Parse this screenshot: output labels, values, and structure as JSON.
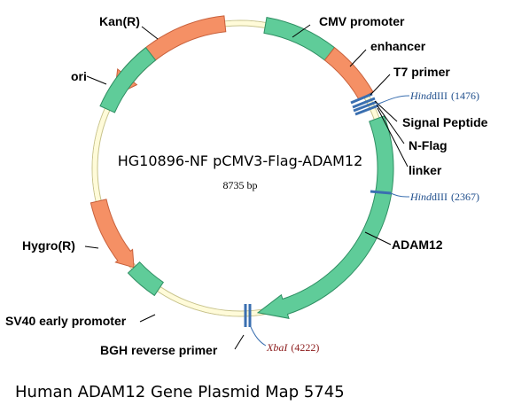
{
  "plasmid": {
    "name": "HG10896-NF pCMV3-Flag-ADAM12",
    "length": "8735 bp"
  },
  "caption": "Human ADAM12 Gene Plasmid Map 5745",
  "colors": {
    "backbone_fill": "#fffbd9",
    "backbone_stroke": "#c8c38a",
    "green_fill": "#5fcc99",
    "green_stroke": "#2f8f63",
    "orange_fill": "#f59065",
    "orange_stroke": "#c8613c",
    "site_blue": "#3a6fb0",
    "hind_text": "#1f4e8c",
    "xba_text": "#8b1a1a"
  },
  "labels": {
    "kan": "Kan(R)",
    "cmv": "CMV promoter",
    "enhancer": "enhancer",
    "t7": "T7 primer",
    "signal": "Signal Peptide",
    "nflag": "N-Flag",
    "linker": "linker",
    "ori": "ori",
    "adam12": "ADAM12",
    "hygro": "Hygro(R)",
    "sv40": "SV40 early promoter",
    "bgh": "BGH reverse primer"
  },
  "sites": {
    "hind1": {
      "enzyme": "Hind",
      "suffix": "dIII",
      "pos": "(1476)"
    },
    "hind2": {
      "enzyme": "Hind",
      "suffix": "dIII",
      "pos": "(2367)"
    },
    "xba": {
      "enzyme": "XbaI",
      "pos": "(4222)"
    }
  }
}
